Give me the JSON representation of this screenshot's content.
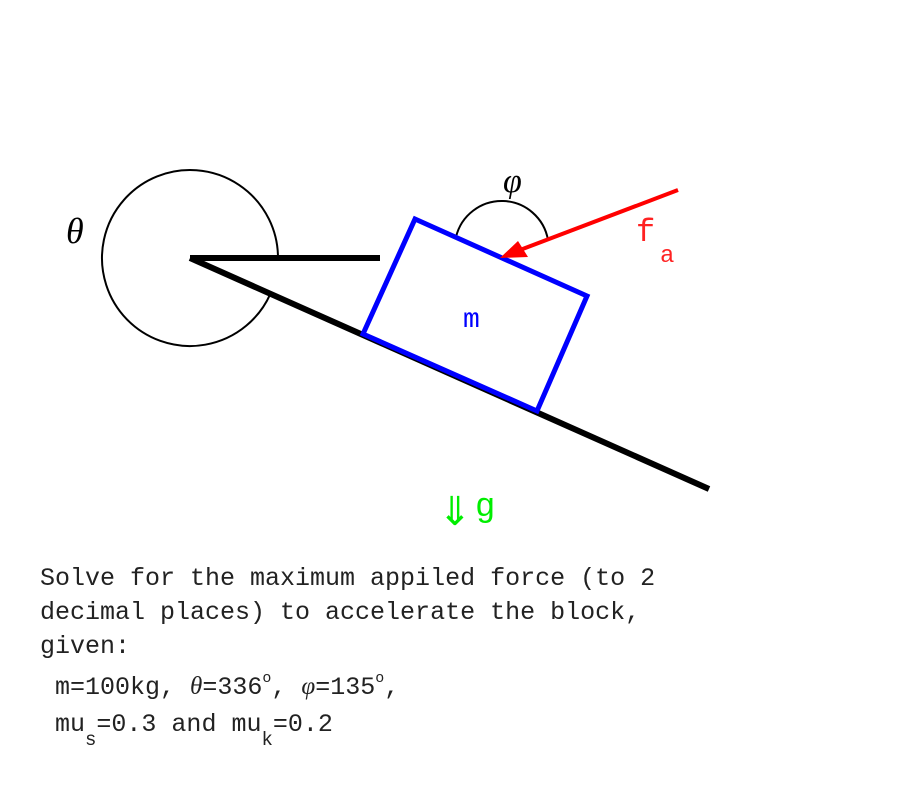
{
  "diagram": {
    "theta_label": "θ",
    "phi_label": "φ",
    "force_label": "f",
    "force_subscript": "a",
    "mass_label": "m",
    "gravity_arrow": "⇓",
    "gravity_label": "g",
    "colors": {
      "block": "#0000ff",
      "force": "#ff0000",
      "gravity": "#00ee00",
      "incline": "#000000"
    }
  },
  "problem": {
    "line1": "Solve for the maximum appiled force (to 2",
    "line2": "decimal places) to accelerate the block,",
    "line3": "given:",
    "m_part": " m=100kg, ",
    "theta_sym": "θ",
    "theta_val": "=336",
    "deg": "o",
    "sep": ", ",
    "phi_sym": "φ",
    "phi_val": "=135",
    "trail": ",",
    "mu_prefix": " mu",
    "mu_s_sub": "s",
    "mu_s_val": "=0.3 and mu",
    "mu_k_sub": "k",
    "mu_k_val": "=0.2"
  }
}
